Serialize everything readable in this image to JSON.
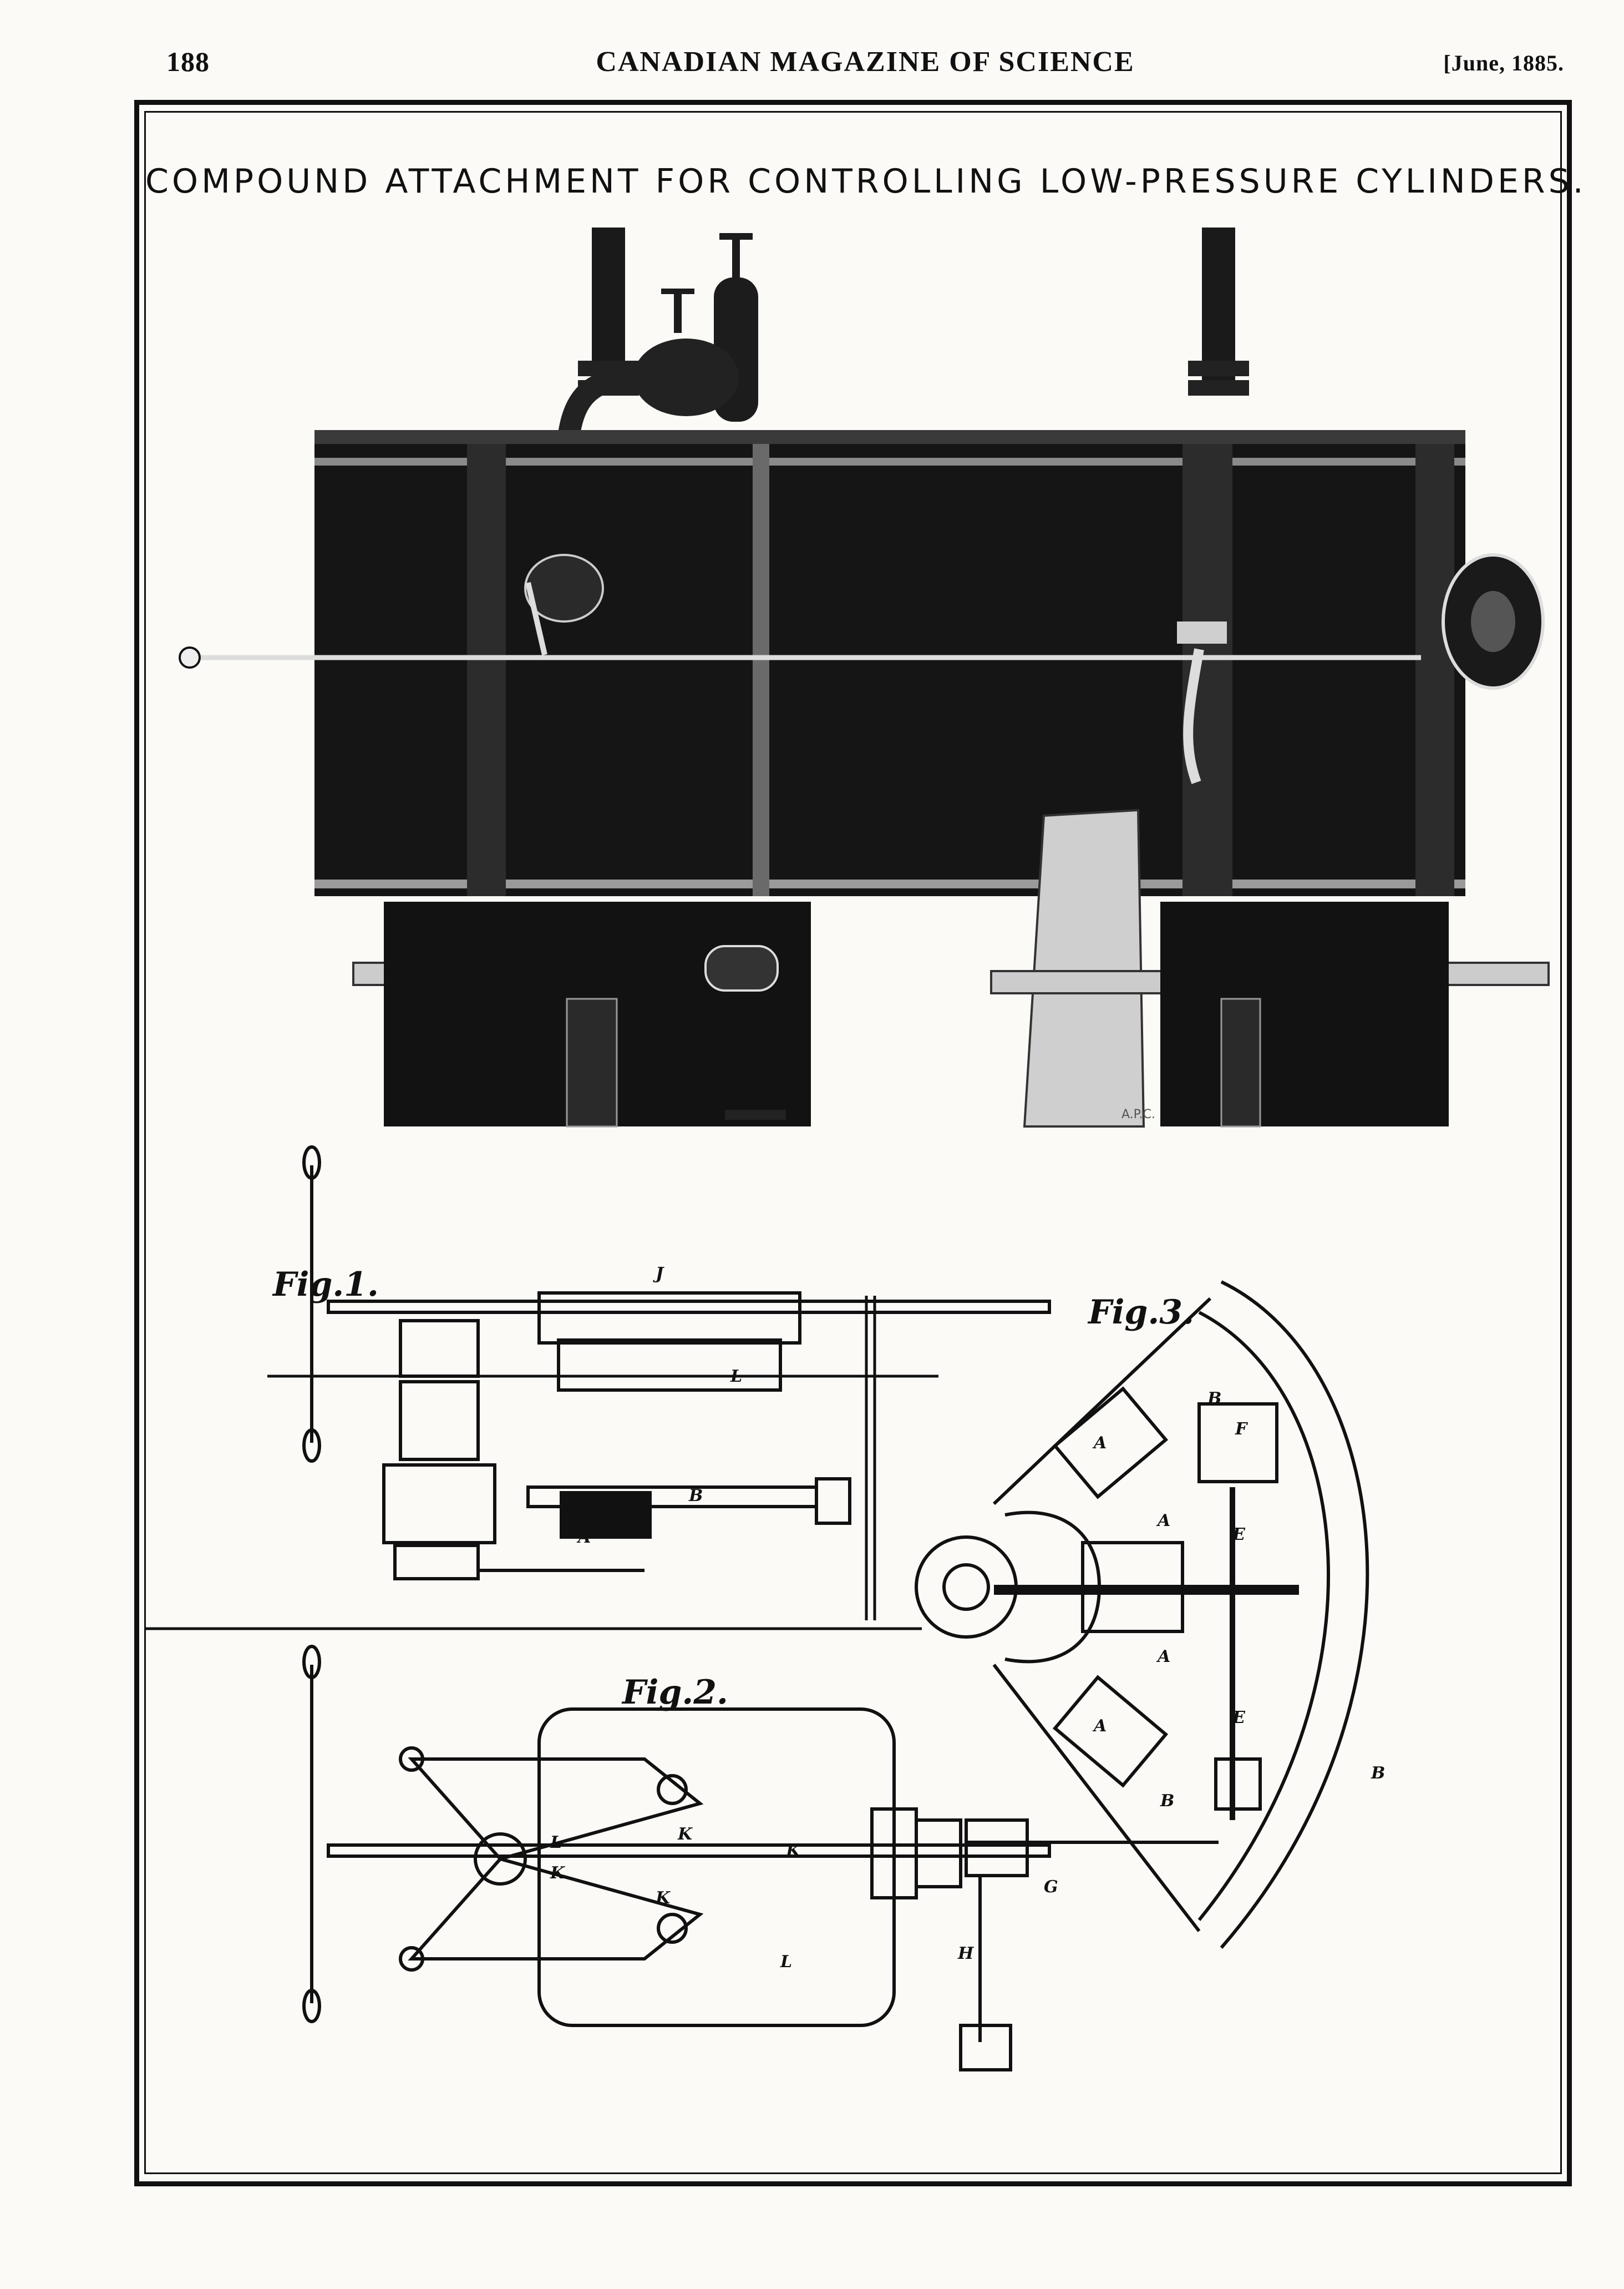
{
  "header": {
    "page_number": "188",
    "journal_title": "CANADIAN MAGAZINE OF SCIENCE",
    "issue_date": "[June, 1885."
  },
  "plate": {
    "title": "COMPOUND ATTACHMENT FOR CONTROLLING LOW-PRESSURE CYLINDERS.",
    "engraver_mark": "A.P.C."
  },
  "figures": {
    "fig1": {
      "label": "Fig.1.",
      "parts": [
        "J",
        "L",
        "B",
        "A"
      ]
    },
    "fig2": {
      "label": "Fig.2.",
      "parts": [
        "L",
        "K",
        "K",
        "K",
        "K",
        "L"
      ]
    },
    "fig3": {
      "label": "Fig.3.",
      "parts": [
        "B",
        "A",
        "F",
        "A",
        "E",
        "A",
        "A",
        "E",
        "B",
        "B",
        "G",
        "H"
      ]
    }
  }
}
